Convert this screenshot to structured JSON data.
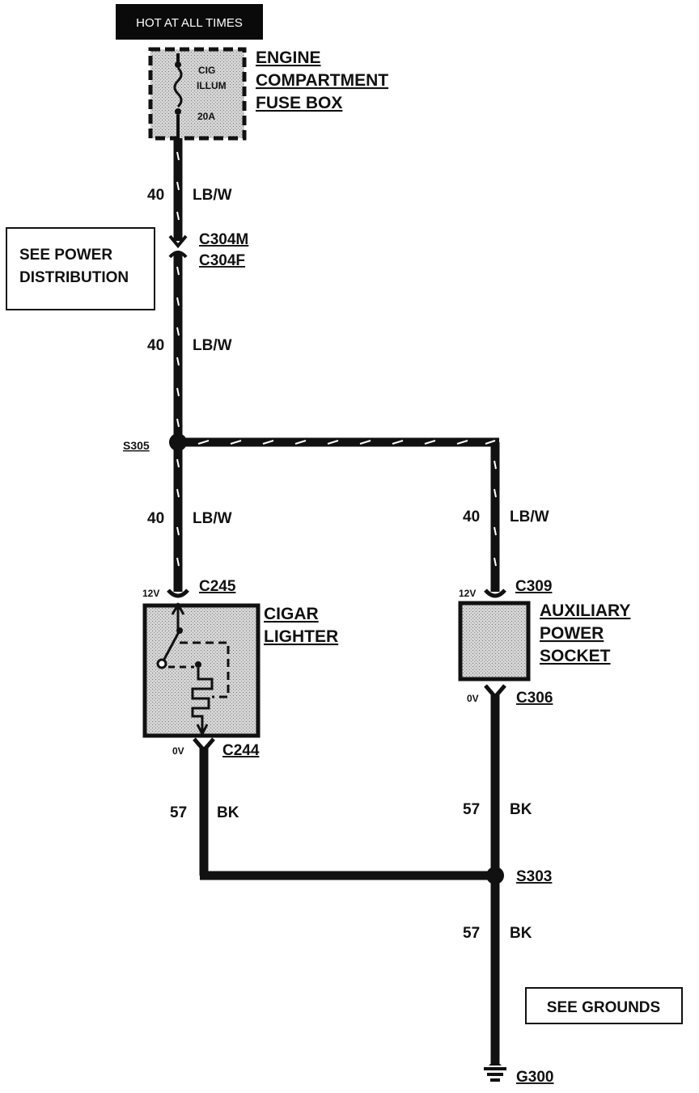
{
  "header": {
    "hot_label": "HOT AT ALL TIMES"
  },
  "fuse_box": {
    "name_lines": [
      "ENGINE",
      "COMPARTMENT",
      "FUSE BOX"
    ],
    "fuse_lines": [
      "CIG",
      "ILLUM",
      "20A"
    ]
  },
  "wires": {
    "w1": {
      "circuit": "40",
      "color": "LB/W"
    },
    "w2": {
      "circuit": "40",
      "color": "LB/W"
    },
    "w3": {
      "circuit": "40",
      "color": "LB/W"
    },
    "w4": {
      "circuit": "40",
      "color": "LB/W"
    },
    "w5": {
      "circuit": "57",
      "color": "BK"
    },
    "w6": {
      "circuit": "57",
      "color": "BK"
    },
    "w7": {
      "circuit": "57",
      "color": "BK"
    }
  },
  "connectors": {
    "c304m": "C304M",
    "c304f": "C304F",
    "c245": "C245",
    "c244": "C244",
    "c309": "C309",
    "c306": "C306"
  },
  "splices": {
    "s305": "S305",
    "s303": "S303"
  },
  "ground": {
    "g300": "G300"
  },
  "voltages": {
    "c245": "12V",
    "c244": "0V",
    "c309": "12V",
    "c306": "0V"
  },
  "components": {
    "cigar_lighter": [
      "CIGAR",
      "LIGHTER"
    ],
    "aux_socket": [
      "AUXILIARY",
      "POWER",
      "SOCKET"
    ]
  },
  "notes": {
    "power_distribution": [
      "SEE POWER",
      "DISTRIBUTION"
    ],
    "grounds": "SEE GROUNDS"
  }
}
